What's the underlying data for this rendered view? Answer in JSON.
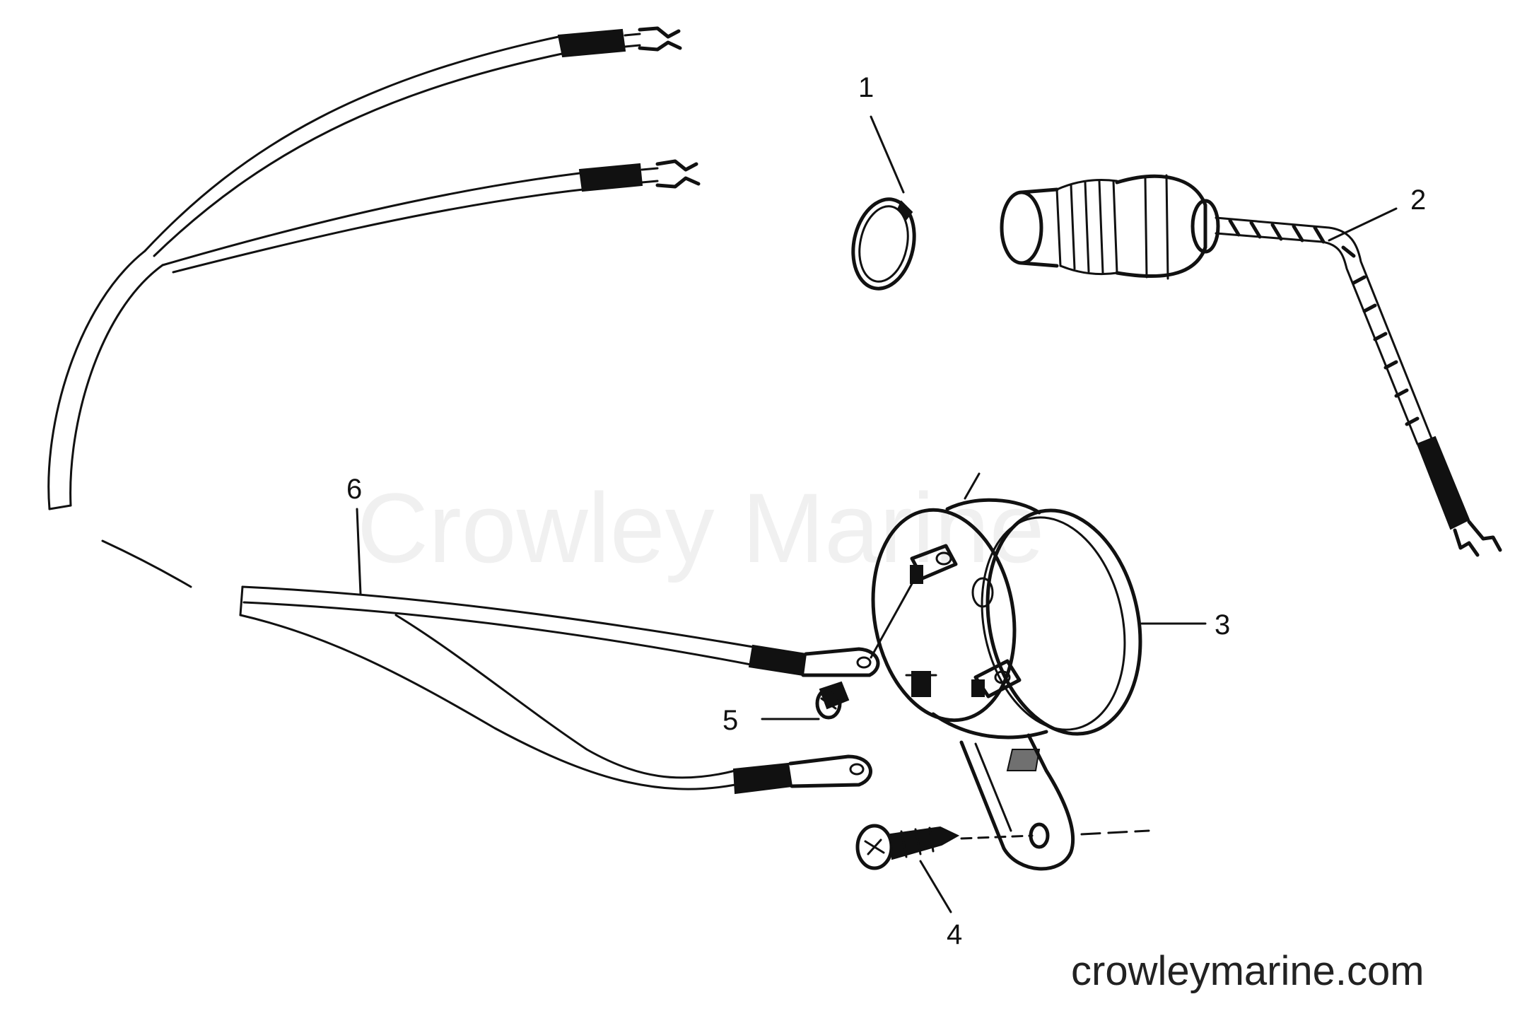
{
  "watermark": "Crowley Marine",
  "site_label": "crowleymarine.com",
  "callouts": {
    "c1": "1",
    "c2": "2",
    "c3": "3",
    "c4": "4",
    "c5": "5",
    "c6": "6"
  },
  "colors": {
    "ink": "#111111",
    "background": "#ffffff"
  }
}
